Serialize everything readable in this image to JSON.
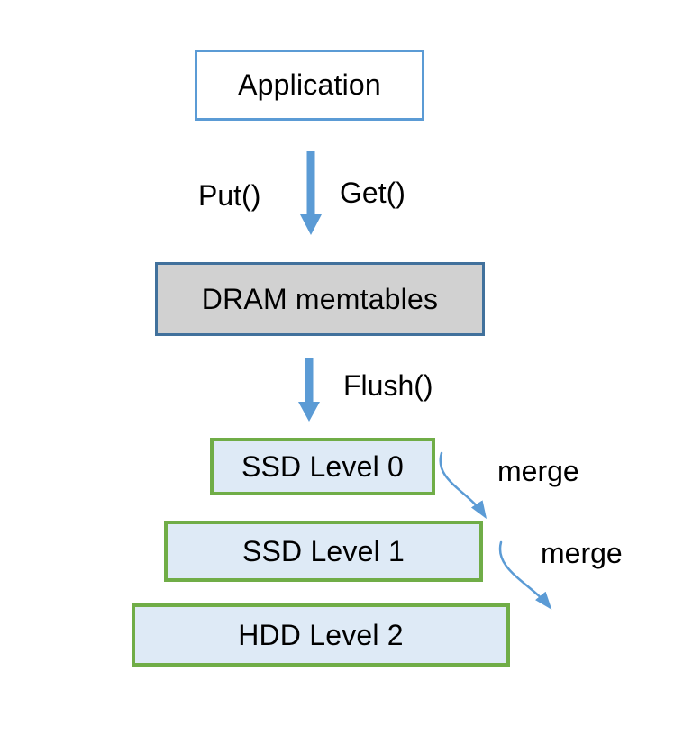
{
  "diagram_type": "lsm-tree-storage-architecture",
  "nodes": {
    "application": {
      "label": "Application"
    },
    "dram": {
      "label": "DRAM memtables"
    },
    "ssd_level0": {
      "label": "SSD Level 0"
    },
    "ssd_level1": {
      "label": "SSD Level 1"
    },
    "hdd_level2": {
      "label": "HDD Level 2"
    }
  },
  "edges": {
    "put": {
      "label": "Put()"
    },
    "get": {
      "label": "Get()"
    },
    "flush": {
      "label": "Flush()"
    },
    "merge_0_to_1": {
      "label": "merge"
    },
    "merge_1_to_2": {
      "label": "merge"
    }
  },
  "colors": {
    "arrow_blue": "#5B9BD5",
    "app_border": "#5B9BD5",
    "dram_border": "#41719C",
    "dram_fill": "#D1D1D1",
    "level_border": "#70AD47",
    "level_fill": "#DEEAF6",
    "text_color": "#000000"
  }
}
